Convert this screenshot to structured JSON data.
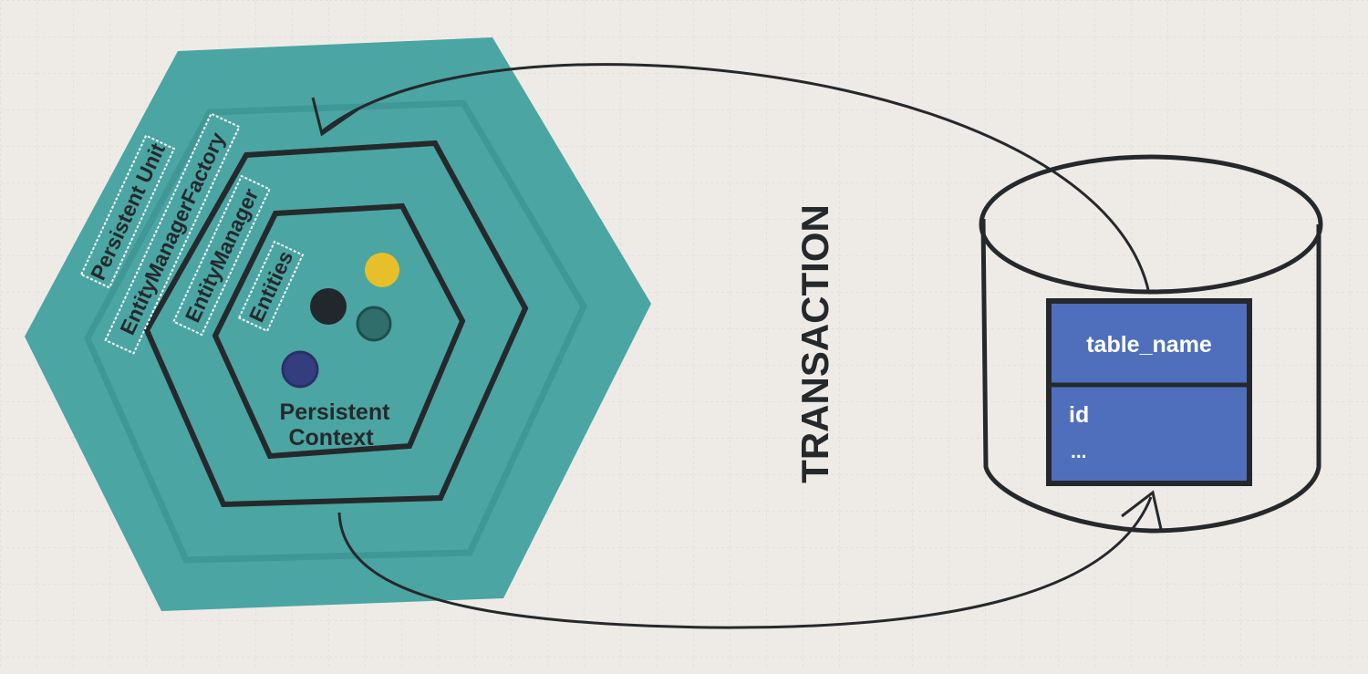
{
  "colors": {
    "background": "#eeebe7",
    "grid": "#d9d6d2",
    "teal_outer": "#4ba5a3",
    "teal_inner_ring": "#3f9896",
    "stroke": "#25292c",
    "table_blue": "#4f6fbd",
    "label_border": "#ffffff",
    "dot_yellow": "#e6bf2a",
    "dot_black": "#22272b",
    "dot_teal": "#2f6e6a",
    "dot_navy": "#343d7e"
  },
  "labels": {
    "persistent_unit": "Persistent Unit",
    "entity_manager_factory": "EntityManagerFactory",
    "entity_manager": "EntityManager",
    "entities": "Entities",
    "persistent_context_line1": "Persistent",
    "persistent_context_line2": "Context"
  },
  "transaction": "TRANSACTION",
  "database": {
    "table_name": "table_name",
    "fields": [
      "id",
      "..."
    ]
  },
  "icons": [
    "arrowhead-down-icon",
    "arrowhead-up-icon"
  ]
}
